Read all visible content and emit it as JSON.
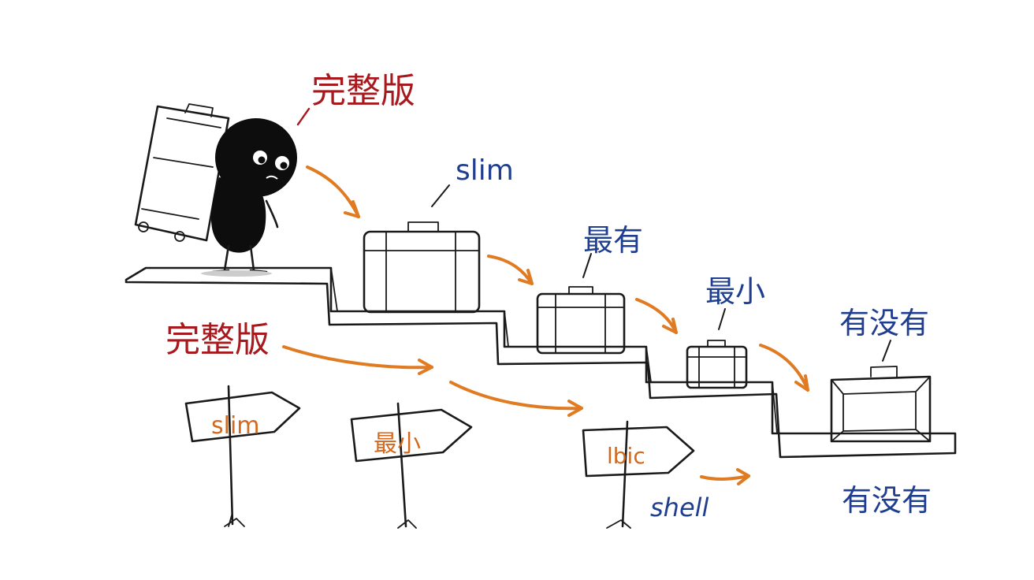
{
  "labels": {
    "top_full": "完整版",
    "slim": "slim",
    "most_has": "最有",
    "smallest": "最小",
    "has_not_has_upper": "有没有",
    "left_full": "完整版",
    "has_not_has_lower": "有没有",
    "shell": "shell"
  },
  "signs": [
    {
      "text": "slim"
    },
    {
      "text": "最小"
    },
    {
      "text": "lbic"
    }
  ],
  "colors": {
    "red": "#a8191e",
    "blue": "#1f3e8f",
    "orange": "#d2691e",
    "arrow": "#e07b22",
    "ink": "#1a1a1a"
  }
}
